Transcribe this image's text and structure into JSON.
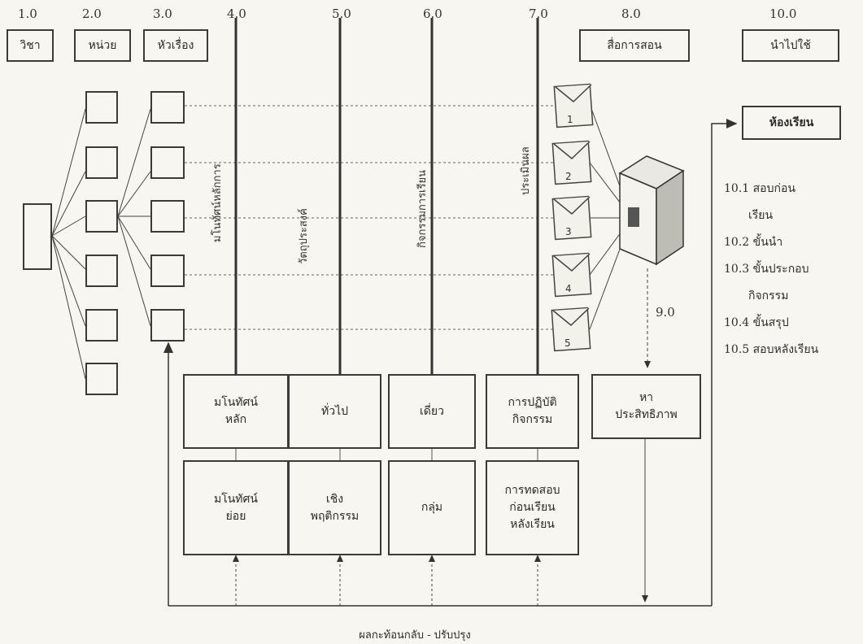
{
  "numbers": {
    "n1": "1.0",
    "n2": "2.0",
    "n3": "3.0",
    "n4": "4.0",
    "n5": "5.0",
    "n6": "6.0",
    "n7": "7.0",
    "n8": "8.0",
    "n9": "9.0",
    "n10": "10.0"
  },
  "top_boxes": {
    "subject": "วิชา",
    "unit": "หน่วย",
    "topic": "หัวเรื่อง",
    "media": "สื่อการสอน",
    "apply": "นำไปใช้"
  },
  "vertical_labels": {
    "concept": "มโนทัศน์หลักการ",
    "objective": "วัตถุประสงค์",
    "activity": "กิจกรรมการเรียน",
    "evaluation": "ประเมินผล"
  },
  "bottom_boxes": {
    "main_concept": [
      "มโนทัศน์",
      "หลัก"
    ],
    "sub_concept": [
      "มโนทัศน์",
      "ย่อย"
    ],
    "general": "ทั่วไป",
    "behavioral": [
      "เชิง",
      "พฤติกรรม"
    ],
    "single": "เดี่ยว",
    "group": "กลุ่ม",
    "practice": [
      "การปฏิบัติ",
      "กิจกรรม"
    ],
    "test": [
      "การทดสอบ",
      "ก่อนเรียน",
      "หลังเรียน"
    ],
    "efficiency": [
      "หา",
      "ประสิทธิภาพ"
    ]
  },
  "envelopes": [
    "1",
    "2",
    "3",
    "4",
    "5"
  ],
  "classroom": {
    "title": "ห้องเรียน",
    "steps": [
      "10.1 สอบก่อน",
      "เรียน",
      "10.2 ขั้นนำ",
      "10.3 ขั้นประกอบ",
      "กิจกรรม",
      "10.4 ขั้นสรุป",
      "10.5 สอบหลังเรียน"
    ]
  },
  "footer": "ผลกะท้อนกลับ - ปรับปรุง"
}
